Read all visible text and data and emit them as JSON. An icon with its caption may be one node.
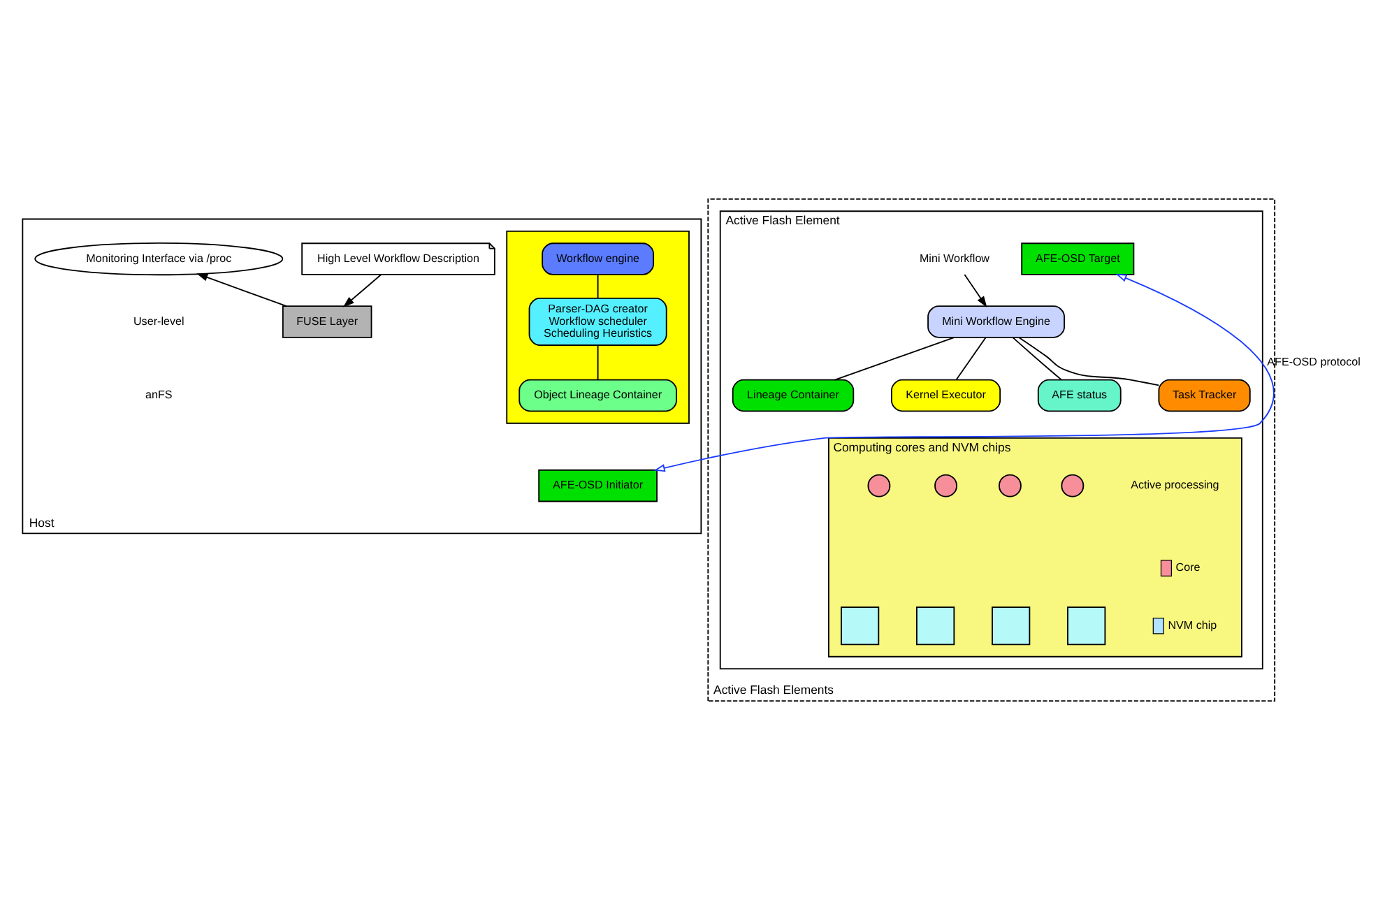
{
  "diagram": {
    "nodes": [
      {
        "text": [
          "Host"
        ]
      },
      {
        "text": [
          "High Level Workflow Description"
        ],
        "in": 0
      },
      {
        "text": [
          "Monitoring Interface via /proc"
        ],
        "in": 0
      },
      {
        "text": [
          "FUSE Layer"
        ],
        "in": 0
      },
      {
        "text": [],
        "shape": "box",
        "in": 0
      },
      {
        "text": [
          "Workflow engine"
        ],
        "in": 4
      },
      {
        "text": [
          "Parser-DAG creator",
          "Workflow scheduler",
          "Scheduling Heuristics"
        ],
        "in": 4
      },
      {
        "text": [
          "Object Lineage Container"
        ],
        "in": 4
      },
      {
        "text": [
          "AFE-OSD Initiator"
        ],
        "in": 0
      },
      {
        "text": [
          "Active Flash Elements"
        ]
      },
      {
        "text": [
          "Active Flash Element"
        ],
        "in": 9
      },
      {
        "text": [
          "AFE-OSD Target"
        ],
        "in": 10
      },
      {
        "text": [
          "Mini Workflow Engine"
        ],
        "in": 10
      },
      {
        "text": [
          "Mini Workflow"
        ],
        "in": 10
      },
      {
        "text": [
          "Lineage Container"
        ],
        "in": 10
      },
      {
        "text": [
          "Kernel Executor"
        ],
        "in": 10
      },
      {
        "text": [
          "AFE status"
        ],
        "in": 10
      },
      {
        "text": [
          "Task Tracker"
        ],
        "in": 10
      },
      {
        "text": [
          "Computing cores and NVM chips"
        ],
        "in": 10
      },
      {
        "text": [],
        "shape": "circle",
        "in": 18
      },
      {
        "text": [],
        "shape": "circle",
        "in": 18
      },
      {
        "text": [],
        "shape": "circle",
        "in": 18
      },
      {
        "text": [],
        "shape": "circle",
        "in": 18
      },
      {
        "text": [],
        "shape": "box",
        "in": 18
      },
      {
        "text": [],
        "shape": "box",
        "in": 18
      },
      {
        "text": [],
        "shape": "box",
        "in": 18
      },
      {
        "text": [],
        "shape": "box",
        "in": 18
      }
    ],
    "edges": [
      {
        "from": 1,
        "to": 3,
        "arrow": "to"
      },
      {
        "from": 3,
        "to": 2,
        "arrow": "to"
      },
      {
        "from": 5,
        "to": 6,
        "arrow": "none"
      },
      {
        "from": 6,
        "to": 7,
        "arrow": "none"
      },
      {
        "from": 8,
        "to": 11,
        "arrow": "both",
        "label": "AFE-OSD protocol",
        "color": "#1a3cff"
      },
      {
        "from": 13,
        "to": 12,
        "arrow": "to"
      },
      {
        "from": 12,
        "to": 14,
        "arrow": "none"
      },
      {
        "from": 12,
        "to": 15,
        "arrow": "none"
      },
      {
        "from": 12,
        "to": 16,
        "arrow": "none"
      },
      {
        "from": 12,
        "to": 17,
        "arrow": "none"
      }
    ],
    "labels": [
      "User-level",
      "anFS",
      "Active processing"
    ],
    "legend": [
      {
        "text": "Core",
        "color": "#f78f9a"
      },
      {
        "text": "NVM chip",
        "color": "#b3e3ff"
      }
    ]
  }
}
